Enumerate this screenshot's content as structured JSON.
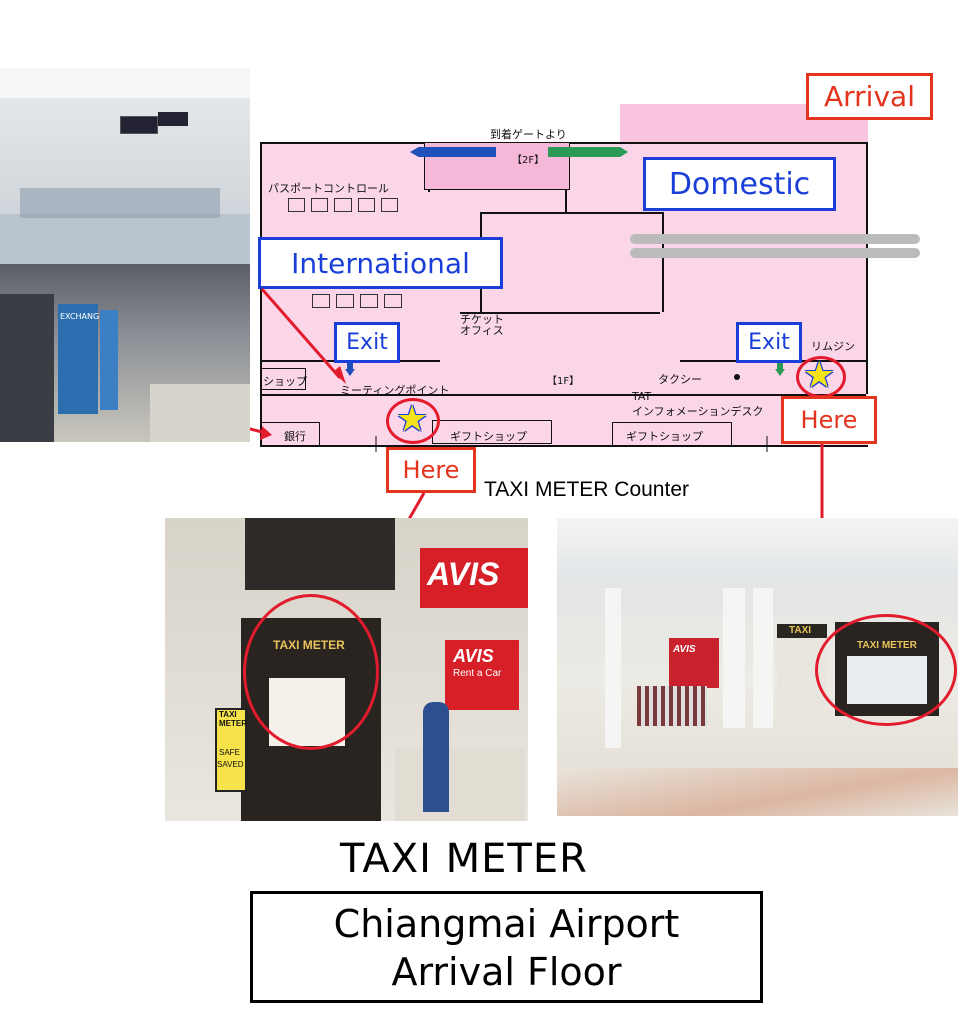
{
  "map": {
    "arrival_label": "Arrival",
    "domestic_label": "Domestic",
    "international_label": "International",
    "exit_left_label": "Exit",
    "exit_right_label": "Exit",
    "here_left_label": "Here",
    "here_right_label": "Here",
    "floor_2f": "【2F】",
    "floor_1f": "【1F】",
    "arrival_gate_jp": "到着ゲートより",
    "passport_control_jp": "パスポートコントロール",
    "ticket_office_jp": "チケット\nオフィス",
    "shop_jp": "ショップ",
    "meeting_point_jp": "ミーティングポイント",
    "bank_jp": "銀行",
    "gift_shop_1_jp": "ギフトショップ",
    "gift_shop_2_jp": "ギフトショップ",
    "taxi_jp": "タクシー",
    "limousine_jp": "リムジン",
    "tat": "TAT",
    "tat_info_jp": "インフォメーションデスク"
  },
  "photos": {
    "waiting_exchange_sign": "EXCHANGE",
    "counter_taxi_sign": "TAXI METER",
    "counter_avis_sign": "AVIS",
    "counter_avis_sub": "Rent a Car",
    "counter_standee_title": "TAXI METER",
    "counter_standee_safe": "SAFE",
    "counter_standee_saved": "SAVED",
    "hall_taxi_sign": "TAXI METER",
    "hall_taxi_right": "TAXI",
    "hall_avis": "AVIS"
  },
  "captions": {
    "counter_caption": "TAXI METER Counter",
    "main_title": "TAXI METER",
    "subtitle_line1": "Chiangmai Airport",
    "subtitle_line2": "Arrival Floor"
  },
  "colors": {
    "map_pink": "#fbd6e8",
    "label_blue": "#1a3fd8",
    "label_red": "#e4341d",
    "star_yellow": "#f4e21a",
    "arrow_blue": "#1f4fb8",
    "arrow_green": "#2a9a55"
  }
}
